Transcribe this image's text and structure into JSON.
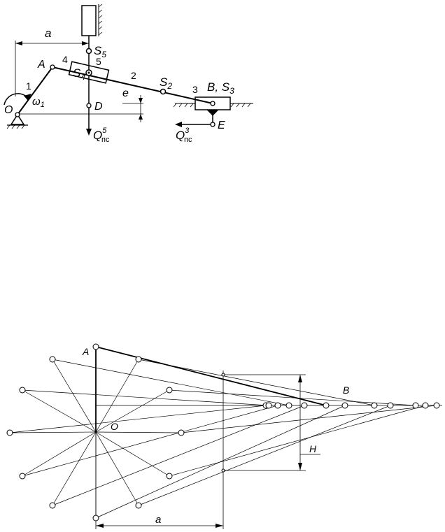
{
  "scheme": {
    "labels": {
      "a": "a",
      "A": "A",
      "O": "O",
      "one": "1",
      "omega": "ω",
      "omega_sub": "1",
      "four": "4",
      "five": "5",
      "S4": "S",
      "S4_sub": "4",
      "S5": "S",
      "S5_sub": "5",
      "two": "2",
      "S2": "S",
      "S2_sub": "2",
      "three": "3",
      "BS3": "B, S",
      "BS3_sub": "3",
      "e": "e",
      "D": "D",
      "E": "E",
      "Q5": "Q",
      "Q5_sup": "5",
      "Q5_sub": "пс",
      "Q3": "Q",
      "Q3_sup": "3",
      "Q3_sub": "пс"
    }
  },
  "positions": {
    "labels": {
      "A": "A",
      "O": "O",
      "B": "B",
      "H": "H",
      "a": "a"
    }
  }
}
